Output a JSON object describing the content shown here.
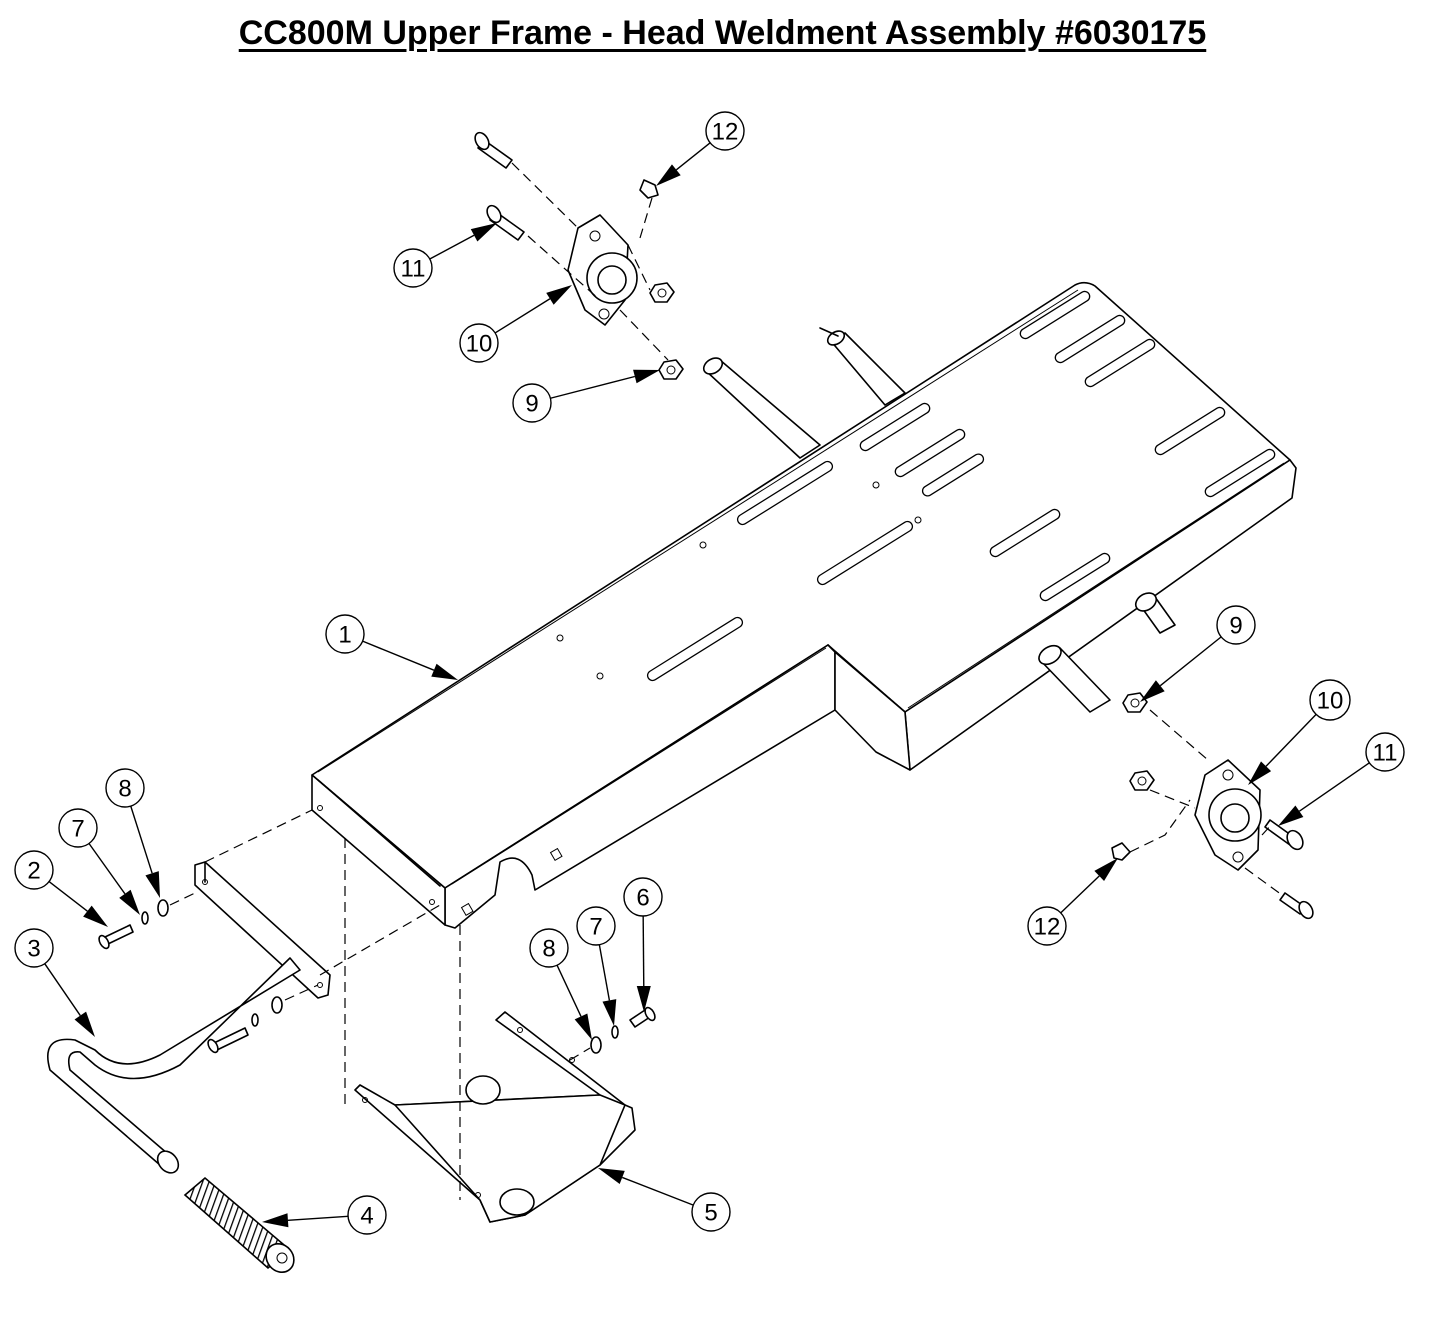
{
  "title": "CC800M Upper Frame - Head Weldment Assembly #6030175",
  "callouts": [
    {
      "id": "c1",
      "label": "1"
    },
    {
      "id": "c2",
      "label": "2"
    },
    {
      "id": "c3",
      "label": "3"
    },
    {
      "id": "c4",
      "label": "4"
    },
    {
      "id": "c5",
      "label": "5"
    },
    {
      "id": "c6",
      "label": "6"
    },
    {
      "id": "c7a",
      "label": "7"
    },
    {
      "id": "c7b",
      "label": "7"
    },
    {
      "id": "c8a",
      "label": "8"
    },
    {
      "id": "c8b",
      "label": "8"
    },
    {
      "id": "c9a",
      "label": "9"
    },
    {
      "id": "c9b",
      "label": "9"
    },
    {
      "id": "c10a",
      "label": "10"
    },
    {
      "id": "c10b",
      "label": "10"
    },
    {
      "id": "c11a",
      "label": "11"
    },
    {
      "id": "c11b",
      "label": "11"
    },
    {
      "id": "c12a",
      "label": "12"
    },
    {
      "id": "c12b",
      "label": "12"
    }
  ]
}
